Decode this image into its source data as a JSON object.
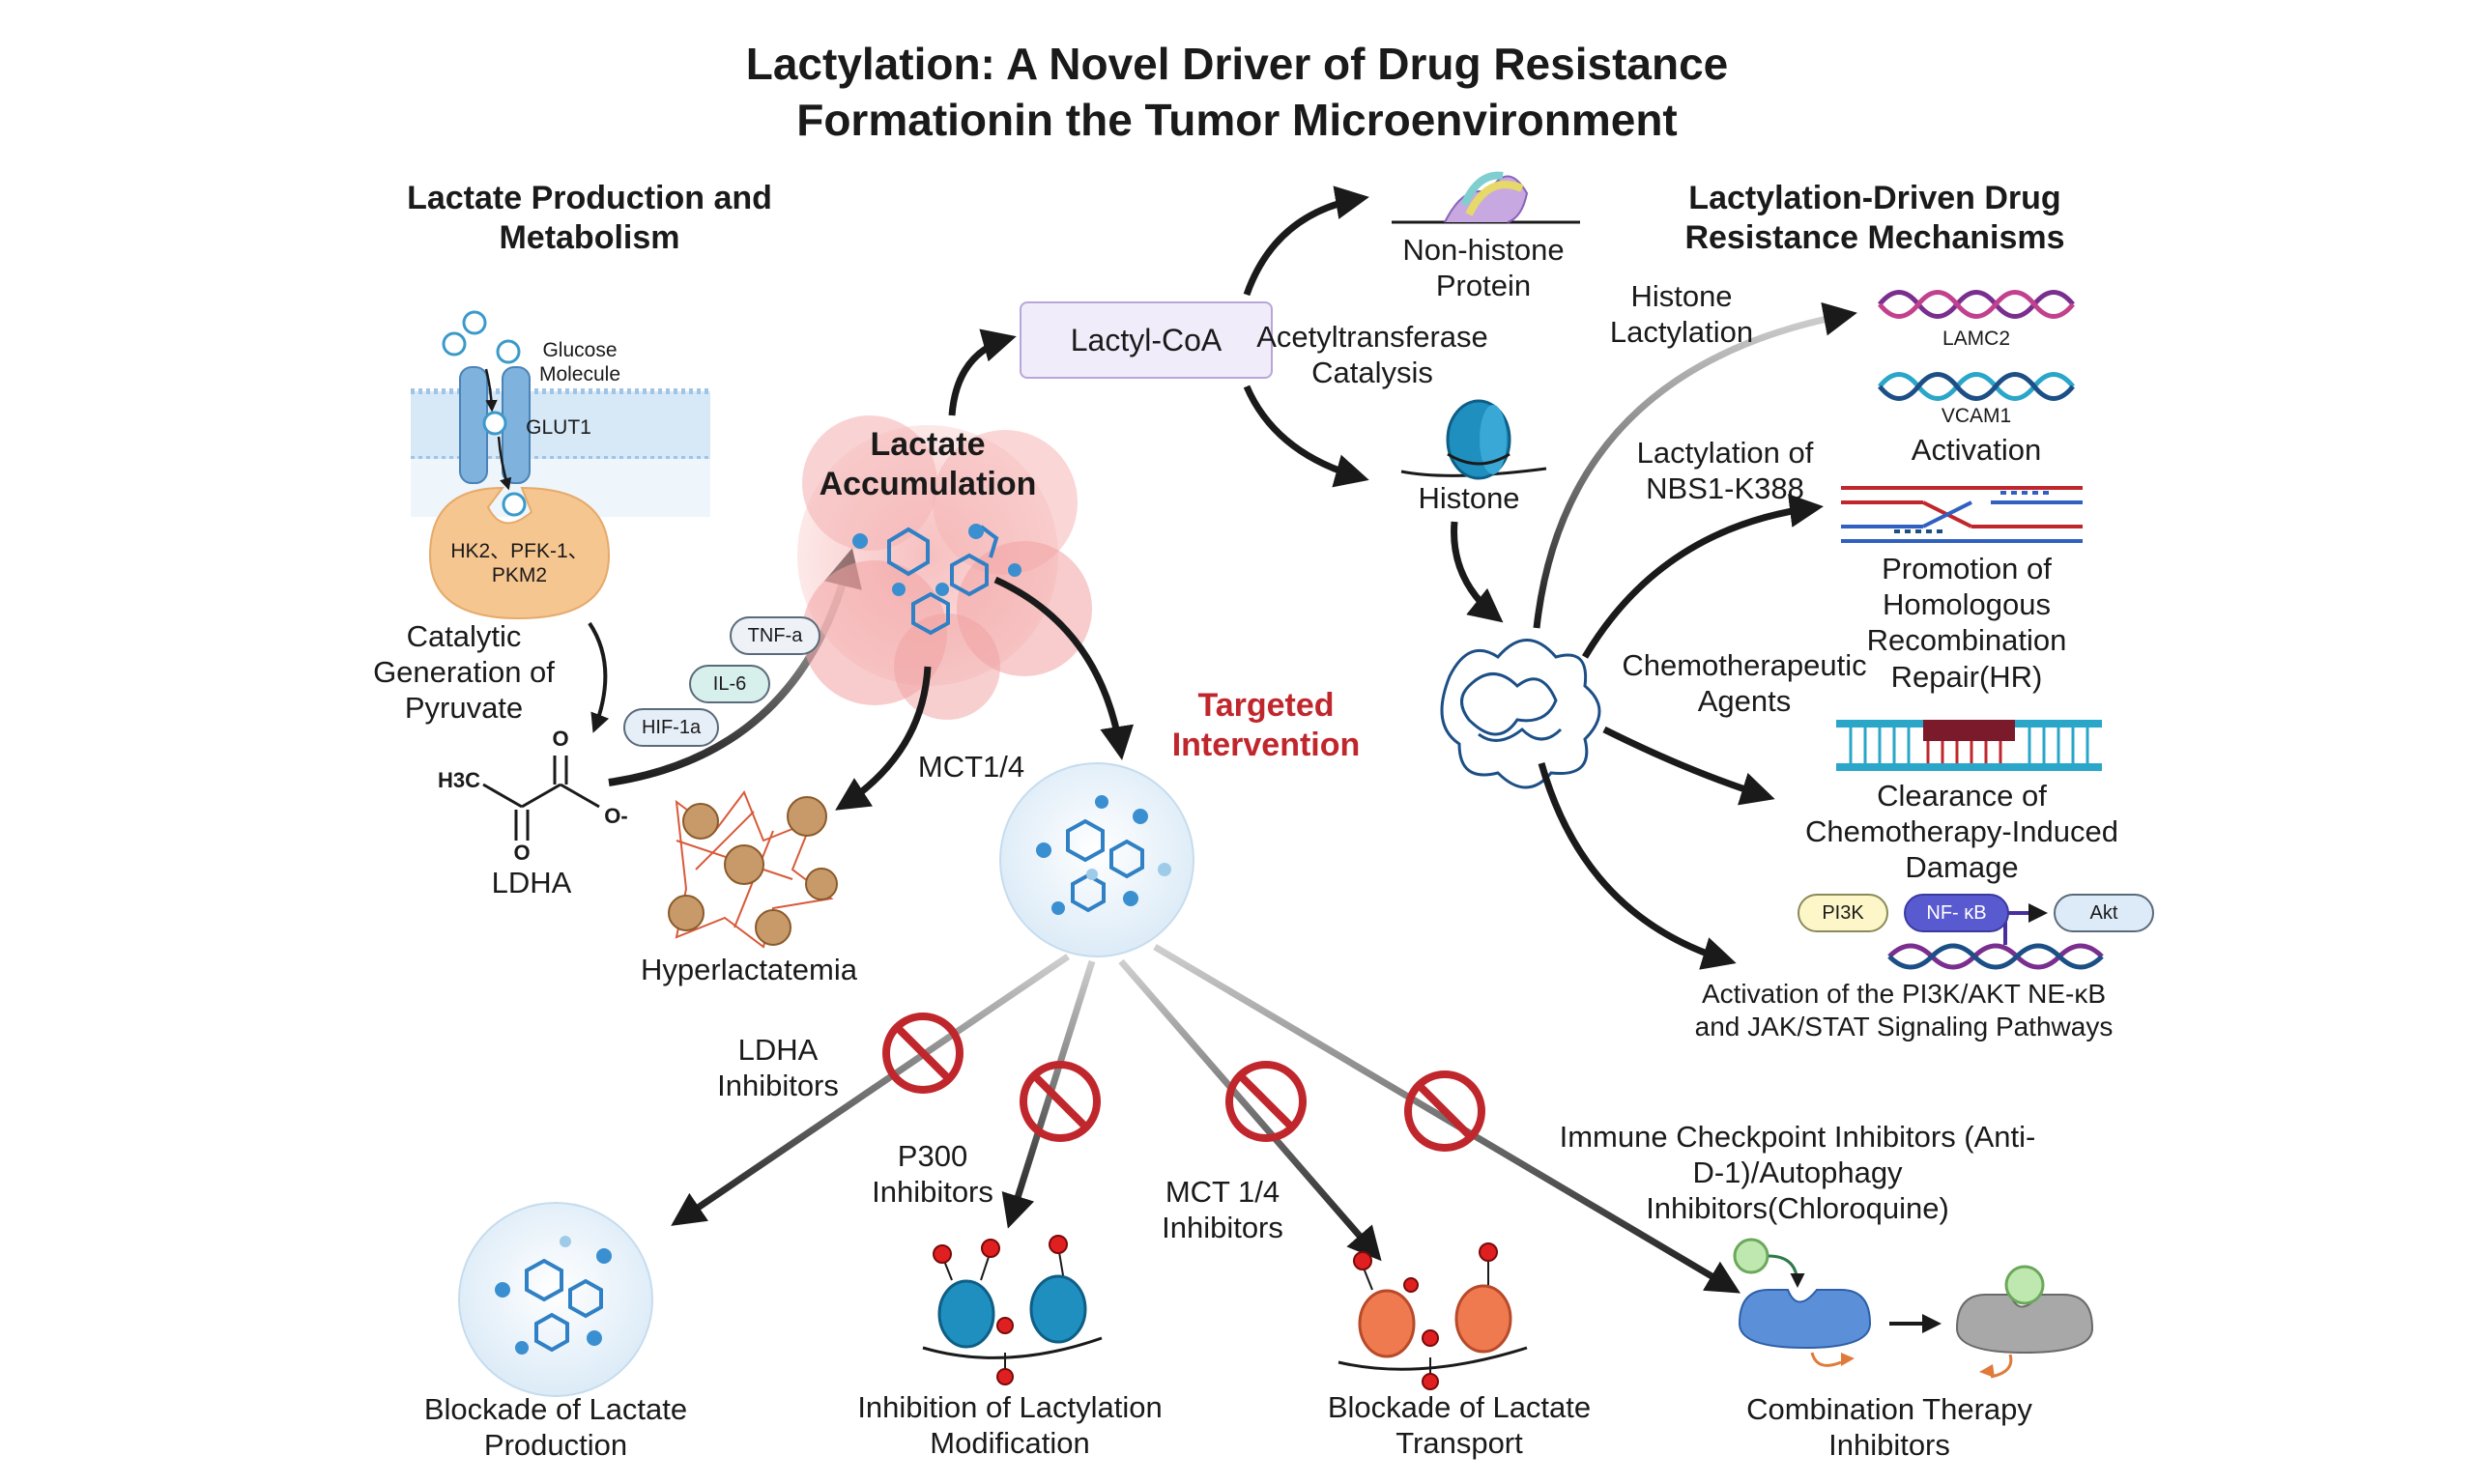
{
  "title": {
    "line1": "Lactylation: A Novel Driver of Drug Resistance",
    "line2": "Formationin the Tumor Microenvironment"
  },
  "left_panel": {
    "heading_line1": "Lactate Production and",
    "heading_line2": "Metabolism",
    "glucose_line1": "Glucose",
    "glucose_line2": "Molecule",
    "transporter": "GLUT1",
    "enzymes_line1": "HK2、PFK-1、",
    "enzymes_line2": "PKM2",
    "catalytic_line1": "Catalytic",
    "catalytic_line2": "Generation of",
    "catalytic_line3": "Pyruvate",
    "chem_h3c": "H3C",
    "chem_o_top": "O",
    "chem_o_bottom": "O",
    "chem_o_minus": "O-",
    "ldha": "LDHA"
  },
  "center": {
    "cytokines": [
      "TNF-a",
      "IL-6",
      "HIF-1a"
    ],
    "lactate_line1": "Lactate",
    "lactate_line2": "Accumulation",
    "lactyl_coa": "Lactyl-CoA",
    "acetyl_line1": "Acetyltransferase",
    "acetyl_line2": "Catalysis",
    "nonhistone_line1": "Non-histone",
    "nonhistone_line2": "Protein",
    "histone": "Histone",
    "mct": "MCT1/4",
    "hyperlactatemia": "Hyperlactatemia",
    "targeted_line1": "Targeted",
    "targeted_line2": "Intervention"
  },
  "right_panel": {
    "heading_line1": "Lactylation-Driven Drug",
    "heading_line2": "Resistance Mechanisms",
    "histone_lact_line1": "Histone",
    "histone_lact_line2": "Lactylation",
    "lamc2": "LAMC2",
    "vcam1": "VCAM1",
    "activation": "Activation",
    "nbs1_line1": "Lactylation of",
    "nbs1_line2": "NBS1-K388",
    "hr_line1": "Promotion of",
    "hr_line2": "Homologous",
    "hr_line3": "Recombination",
    "hr_line4": "Repair(HR)",
    "chemo_line1": "Chemotherapeutic",
    "chemo_line2": "Agents",
    "clearance_line1": "Clearance of",
    "clearance_line2": "Chemotherapy-Induced",
    "clearance_line3": "Damage",
    "pi3k": "PI3K",
    "nfkb": "NF- κB",
    "akt": "Akt",
    "pathway_line1": "Activation of the PI3K/AKT NE-κB",
    "pathway_line2": "and JAK/STAT Signaling Pathways"
  },
  "interventions": {
    "ldha_inh_line1": "LDHA",
    "ldha_inh_line2": "Inhibitors",
    "p300_line1": "P300",
    "p300_line2": "Inhibitors",
    "mct_inh_line1": "MCT 1/4",
    "mct_inh_line2": "Inhibitors",
    "ici_line1": "Immune Checkpoint Inhibitors (Anti-",
    "ici_line2": "D-1)/Autophagy",
    "ici_line3": "Inhibitors(Chloroquine)",
    "out1_line1": "Blockade of Lactate",
    "out1_line2": "Production",
    "out2_line1": "Inhibition of Lactylation",
    "out2_line2": "Modification",
    "out3_line1": "Blockade of Lactate",
    "out3_line2": "Transport",
    "out4_line1": "Combination Therapy",
    "out4_line2": "Inhibitors"
  },
  "colors": {
    "arrow": "#1a1a1a",
    "prohibit": "#c0272d",
    "membrane": "#9ec4e6",
    "enzyme": "#f6c690",
    "molecule": "#3a8fd0",
    "tumor": "#f2a8a8",
    "histone": "#1f8fbf",
    "nucleosome_orange": "#f07a4f",
    "dna_purple": "#7a2e8e",
    "dna_teal": "#2aa6c9",
    "lactyl_box": "#f1ecfa"
  },
  "icons": [
    "glucose-icon",
    "glut1-transporter-icon",
    "enzyme-icon",
    "tumor-cluster-icon",
    "nucleosome-icon",
    "dna-helix-icon",
    "chromatin-icon",
    "prohibit-icon",
    "receptor-icon"
  ]
}
